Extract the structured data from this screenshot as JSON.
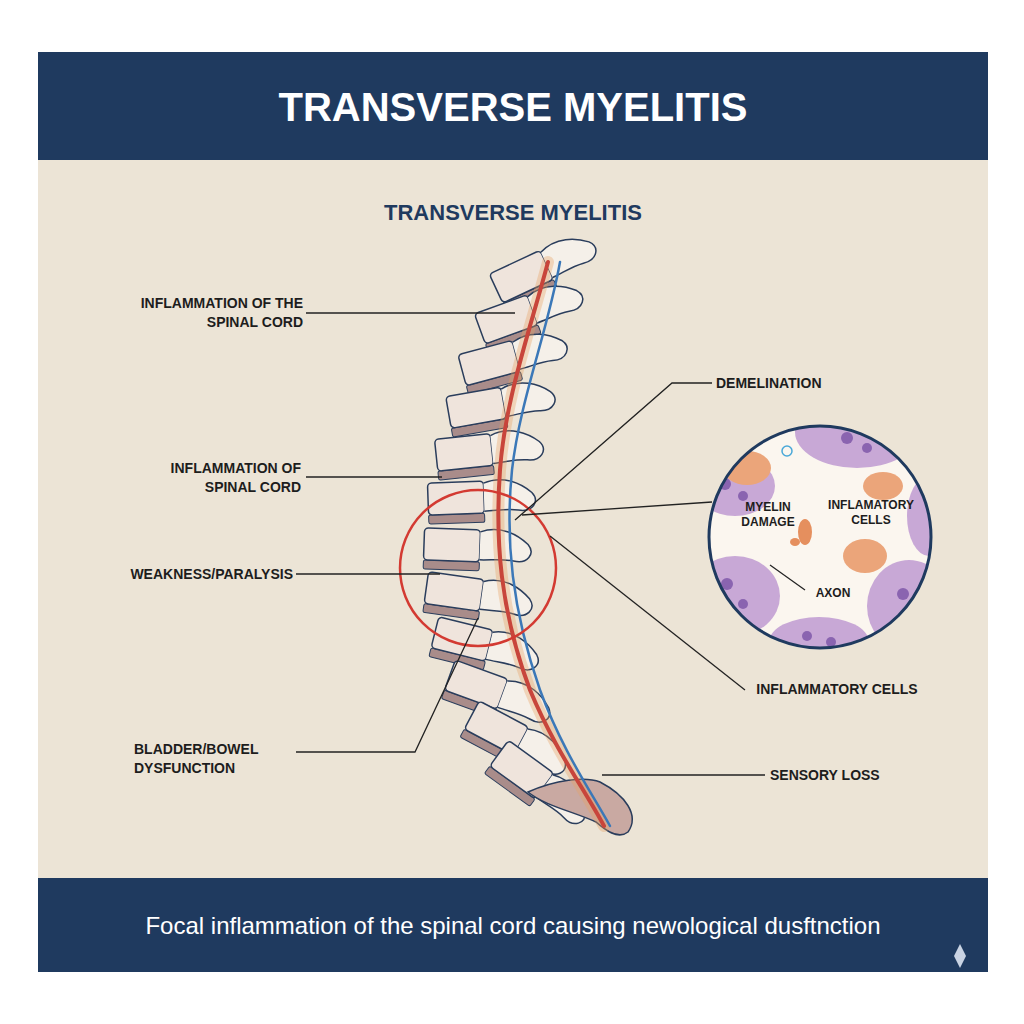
{
  "diagram": {
    "title": "TRANSVERSE MYELITIS",
    "caption": "Focal inflammation of the spinal cord causing newological dusftnction",
    "nodes": [
      {
        "text": [
          "MYELIN DAMAGE",
          "INFLAMATORY CELLS",
          "AXON"
        ]
      }
    ],
    "labels": [
      "TRANSVERSE MYELITIS",
      "INFLAMMATION OF THE SPINAL CORD",
      "INFLAMMATION OF SPINAL CORD",
      "WEAKNESS/PARALYSIS",
      "BLADDER/BOWEL DYSFUNCTION",
      "DEMELINATION",
      "INFLAMMATORY CELLS",
      "SENSORY LOSS"
    ]
  }
}
